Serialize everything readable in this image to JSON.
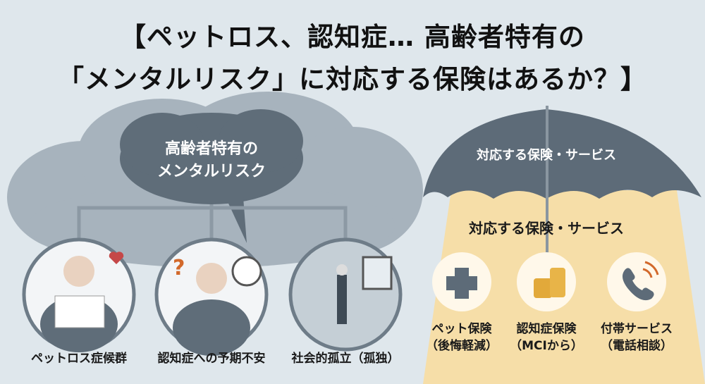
{
  "title": {
    "line1": "【ペットロス、認知症… 高齢者特有の",
    "line2": "「メンタルリスク」に対応する保険はあるか？】"
  },
  "cloud": {
    "line1": "高齢者特有の",
    "line2": "メンタルリスク"
  },
  "risks": [
    {
      "label": "ペットロス症候群",
      "icon": "pet-loss-illustration"
    },
    {
      "label": "認知症への予期不安",
      "icon": "dementia-anxiety-illustration"
    },
    {
      "label": "社会的孤立（孤独）",
      "icon": "isolation-illustration"
    }
  ],
  "umbrella": {
    "canopy_text": "対応する保険・サービス",
    "heading": "対応する保険・サービス"
  },
  "services": [
    {
      "line1": "ペット保険",
      "line2": "（後悔軽減）",
      "icon": "pet-cross-icon"
    },
    {
      "line1": "認知症保険",
      "line2": "（MCIから）",
      "icon": "coins-icon"
    },
    {
      "line1": "付帯サービス",
      "line2": "（電話相談）",
      "icon": "phone-icon"
    }
  ],
  "colors": {
    "background": "#dfe7ec",
    "cloud": "#9aa8b3",
    "dark_cloud": "#5f6d79",
    "umbrella": "#5d6b78",
    "light": "#f6dea8"
  }
}
